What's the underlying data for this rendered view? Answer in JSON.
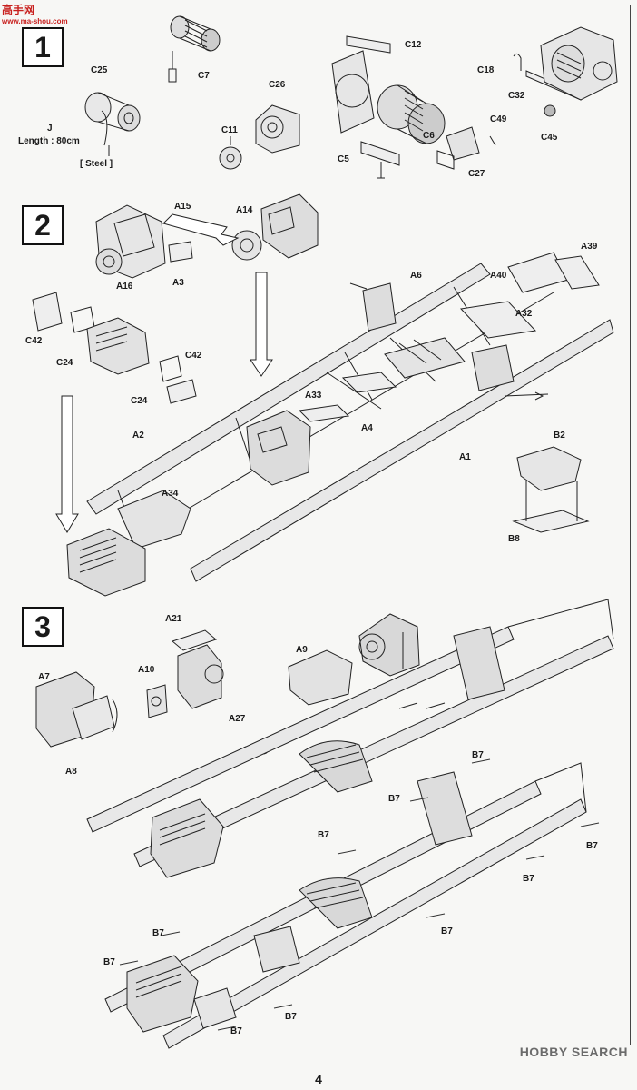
{
  "watermark_top": {
    "line1": "高手网",
    "line2": "www.ma-shou.com"
  },
  "watermark_bottom": "HOBBY SEARCH",
  "page_number": "4",
  "steps": [
    "1",
    "2",
    "3"
  ],
  "step1": {
    "labels": {
      "C25": "C25",
      "J": "J",
      "length": "Length : 80cm",
      "steel": "[ Steel ]",
      "C7": "C7",
      "C26": "C26",
      "C11": "C11",
      "C12": "C12",
      "C6": "C6",
      "C5": "C5",
      "C27": "C27",
      "C49": "C49",
      "C18": "C18",
      "C32": "C32",
      "C45": "C45"
    }
  },
  "step2": {
    "labels": {
      "A15": "A15",
      "A14": "A14",
      "A16": "A16",
      "A3": "A3",
      "C42a": "C42",
      "C24a": "C24",
      "C42b": "C42",
      "C24b": "C24",
      "A6": "A6",
      "A40": "A40",
      "A39": "A39",
      "A32": "A32",
      "A33": "A33",
      "A4": "A4",
      "A2": "A2",
      "A1": "A1",
      "A34": "A34",
      "B2": "B2",
      "B8": "B8"
    }
  },
  "step3": {
    "labels": {
      "A21": "A21",
      "A9": "A9",
      "A10": "A10",
      "A7": "A7",
      "A8": "A8",
      "A27": "A27",
      "B7": "B7"
    }
  }
}
